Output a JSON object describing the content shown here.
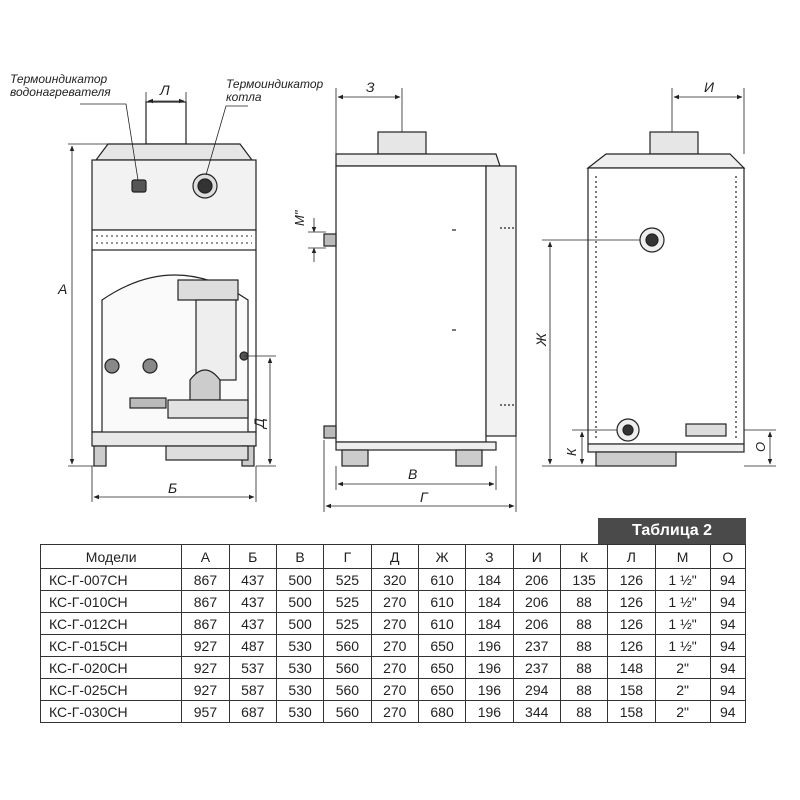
{
  "callouts": {
    "water_heater_indicator": [
      "Термоиндикатор",
      "водонагревателя"
    ],
    "boiler_indicator": [
      "Термоиндикатор",
      "котла"
    ]
  },
  "dimensions": {
    "A": "А",
    "B": "Б",
    "V": "В",
    "G": "Г",
    "D": "Д",
    "ZH": "Ж",
    "Z": "З",
    "I": "И",
    "K": "К",
    "L": "Л",
    "M": "М\"",
    "O": "О"
  },
  "table": {
    "title": "Таблица 2",
    "headers": [
      "Модели",
      "А",
      "Б",
      "В",
      "Г",
      "Д",
      "Ж",
      "З",
      "И",
      "К",
      "Л",
      "М",
      "О"
    ],
    "rows": [
      [
        "КС-Г-007СН",
        "867",
        "437",
        "500",
        "525",
        "320",
        "610",
        "184",
        "206",
        "135",
        "126",
        "1 ½\"",
        "94"
      ],
      [
        "КС-Г-010СН",
        "867",
        "437",
        "500",
        "525",
        "270",
        "610",
        "184",
        "206",
        "88",
        "126",
        "1 ½\"",
        "94"
      ],
      [
        "КС-Г-012СН",
        "867",
        "437",
        "500",
        "525",
        "270",
        "610",
        "184",
        "206",
        "88",
        "126",
        "1 ½\"",
        "94"
      ],
      [
        "КС-Г-015СН",
        "927",
        "487",
        "530",
        "560",
        "270",
        "650",
        "196",
        "237",
        "88",
        "126",
        "1 ½\"",
        "94"
      ],
      [
        "КС-Г-020СН",
        "927",
        "537",
        "530",
        "560",
        "270",
        "650",
        "196",
        "237",
        "88",
        "148",
        "2\"",
        "94"
      ],
      [
        "КС-Г-025СН",
        "927",
        "587",
        "530",
        "560",
        "270",
        "650",
        "196",
        "294",
        "88",
        "158",
        "2\"",
        "94"
      ],
      [
        "КС-Г-030СН",
        "957",
        "687",
        "530",
        "560",
        "270",
        "680",
        "196",
        "344",
        "88",
        "158",
        "2\"",
        "94"
      ]
    ]
  }
}
